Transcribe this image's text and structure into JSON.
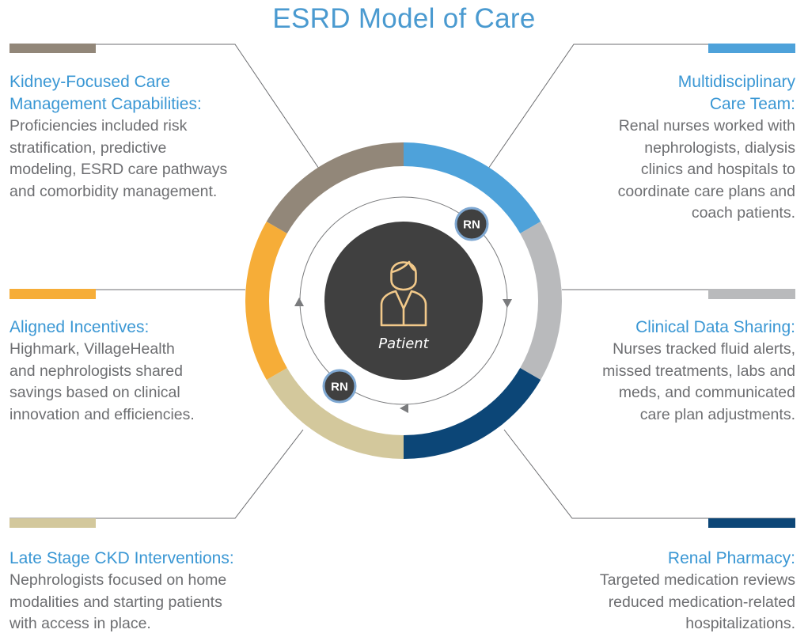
{
  "title": "ESRD Model of Care",
  "center": {
    "label": "Patient",
    "icon": "patient-person-icon",
    "fill": "#404040"
  },
  "badge_label": "RN",
  "blocks": {
    "kidney": {
      "heading": "Kidney-Focused Care\nManagement Capabilities:",
      "description": "Proficiencies included risk\nstratification, predictive\nmodeling, ESRD care pathways\nand comorbidity management.",
      "color": "#928779"
    },
    "aligned": {
      "heading": "Aligned Incentives:",
      "description": "Highmark, VillageHealth\nand nephrologists shared\nsavings based on clinical\ninnovation and efficiencies.",
      "color": "#f6ad38"
    },
    "late_stage": {
      "heading": "Late Stage CKD Interventions:",
      "description": "Nephrologists focused on home\nmodalities and starting patients\nwith access in place.",
      "color": "#d3c89c"
    },
    "multidisciplinary": {
      "heading": "Multidisciplinary\nCare Team:",
      "description": "Renal nurses worked with\nnephrologists, dialysis\nclinics and hospitals to\ncoordinate care plans and\ncoach patients.",
      "color": "#4ea2da"
    },
    "clinical_data": {
      "heading": "Clinical Data Sharing:",
      "description": "Nurses tracked fluid alerts,\nmissed treatments, labs and\nmeds, and communicated\ncare plan adjustments.",
      "color": "#b9babc"
    },
    "pharmacy": {
      "heading": "Renal Pharmacy:",
      "description": "Targeted medication reviews\nreduced medication-related\nhospitalizations.",
      "color": "#0c4677"
    }
  },
  "colors": {
    "heading": "#3a97d4",
    "body_text": "#6d6e71",
    "connector": "#6d6e71",
    "badge_ring": "#7fa8d2"
  }
}
